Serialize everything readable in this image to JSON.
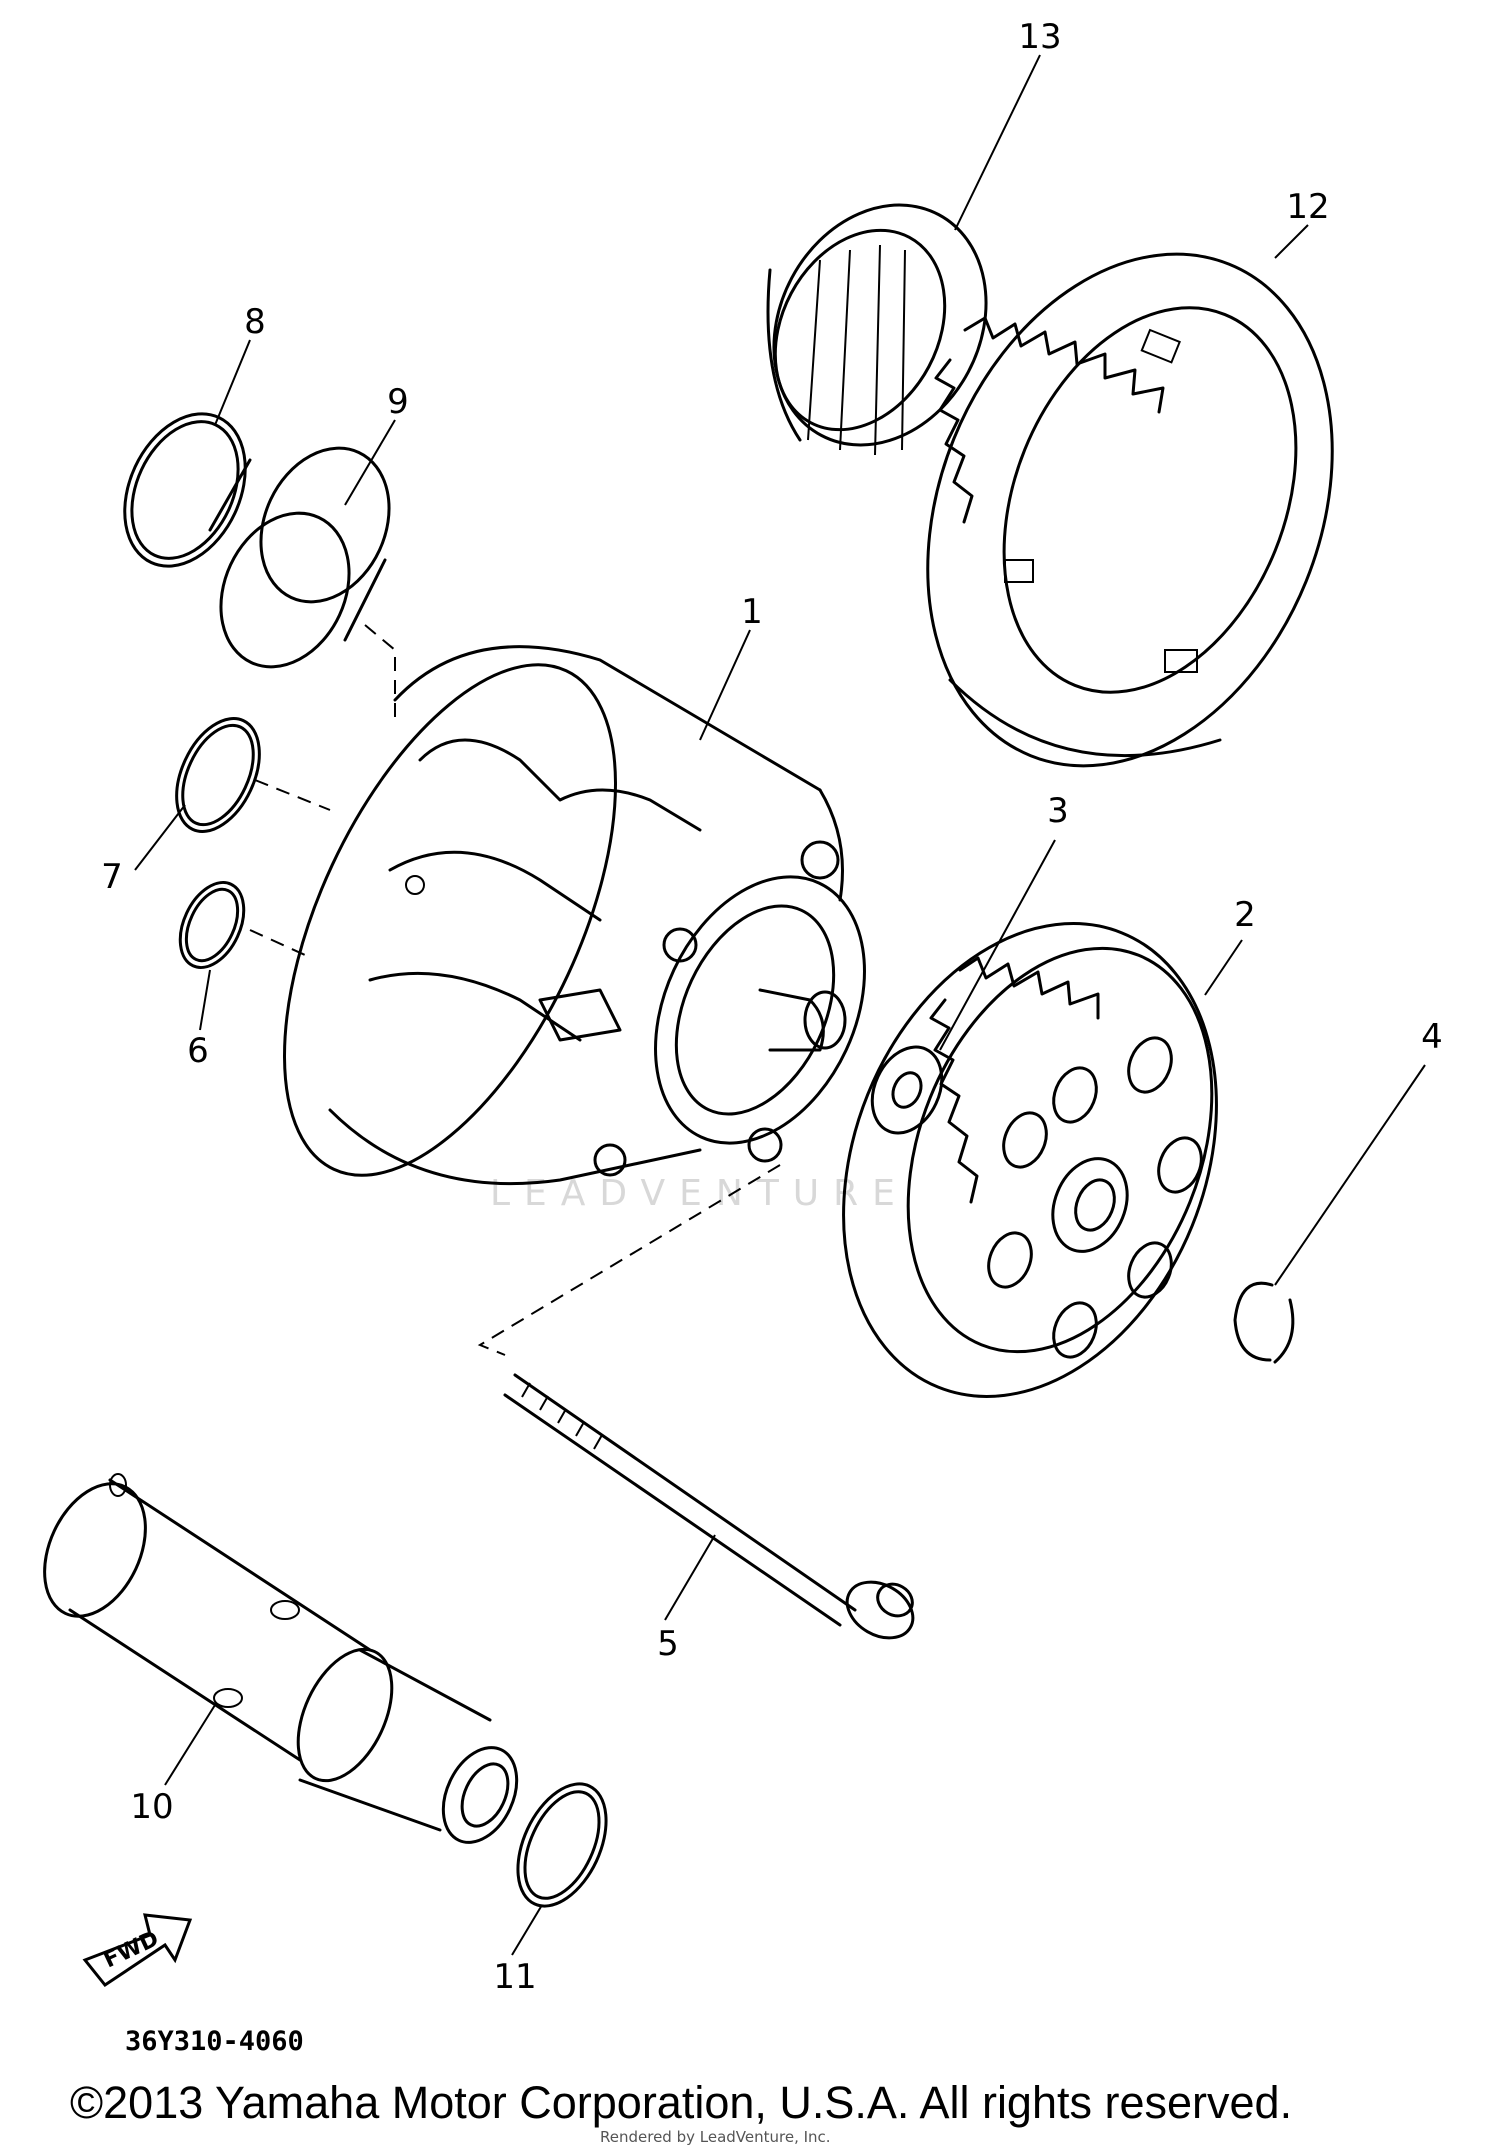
{
  "diagram": {
    "callouts": {
      "c1": "1",
      "c2": "2",
      "c3": "3",
      "c4": "4",
      "c5": "5",
      "c6": "6",
      "c7": "7",
      "c8": "8",
      "c9": "9",
      "c10": "10",
      "c11": "11",
      "c12": "12",
      "c13": "13"
    },
    "fwd_label": "FWD",
    "part_code": "36Y310-4060",
    "watermark": "LEADVENTURE",
    "footer_note": "Rendered by LeadVenture, Inc.",
    "copyright": "©2013 Yamaha Motor Corporation, U.S.A. All rights reserved."
  }
}
